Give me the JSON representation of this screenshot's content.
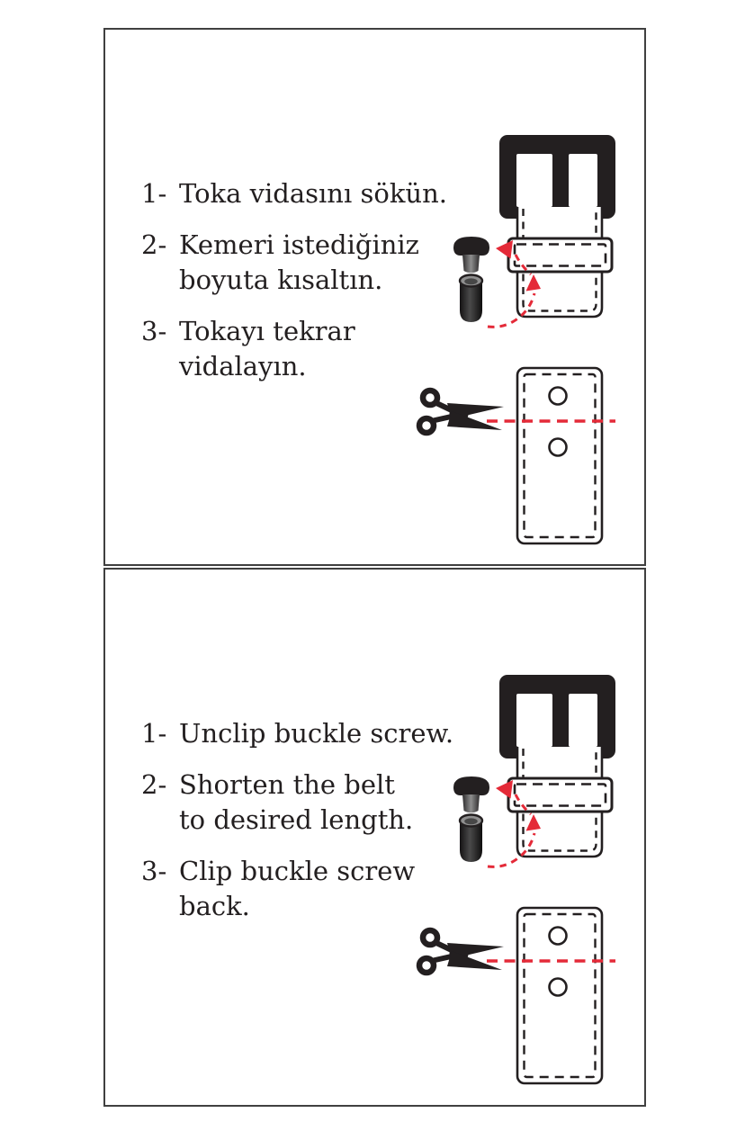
{
  "document_type": "belt shortening instruction sheet",
  "colors": {
    "ink": "#231f20",
    "accent_red": "#e42a38",
    "paper": "#ffffff",
    "panel_border": "#404040"
  },
  "icons": [
    "belt-buckle-screw-diagram",
    "scissors-cut-line-diagram"
  ],
  "panels": [
    {
      "id": "instructions-turkish",
      "steps": [
        {
          "num": "1-",
          "lines": [
            "Toka vidasını sökün."
          ]
        },
        {
          "num": "2-",
          "lines": [
            "Kemeri istediğiniz",
            "boyuta kısaltın."
          ]
        },
        {
          "num": "3-",
          "lines": [
            "Tokayı tekrar",
            "vidalayın."
          ]
        }
      ]
    },
    {
      "id": "instructions-english",
      "steps": [
        {
          "num": "1-",
          "lines": [
            "Unclip buckle screw."
          ]
        },
        {
          "num": "2-",
          "lines": [
            "Shorten the belt",
            "to desired length."
          ]
        },
        {
          "num": "3-",
          "lines": [
            "Clip buckle screw",
            "back."
          ]
        }
      ]
    }
  ]
}
